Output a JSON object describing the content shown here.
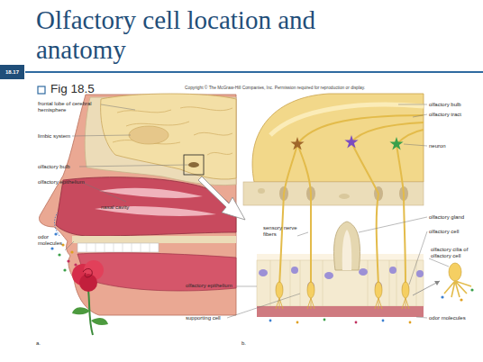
{
  "diagram": {
    "title": "Olfactory cell location and anatomy",
    "labels": [
      "18.17",
      "Fig 18.5",
      "Copyright © The McGraw-Hill Companies, Inc. Permission required for reproduction or display.",
      "frontal lobe of cerebral hemisphere",
      "limbic system",
      "olfactory bulb",
      "olfactory epithelium",
      "nasal cavity",
      "odor molecules",
      "a.",
      "olfactory bulb",
      "olfactory tract",
      "neuron",
      "sensory nerve fibers",
      "olfactory gland",
      "olfactory cell",
      "olfactory cilia of olfactory cell",
      "olfactory epithelium",
      "supporting cell",
      "odor molecules",
      "b."
    ]
  }
}
